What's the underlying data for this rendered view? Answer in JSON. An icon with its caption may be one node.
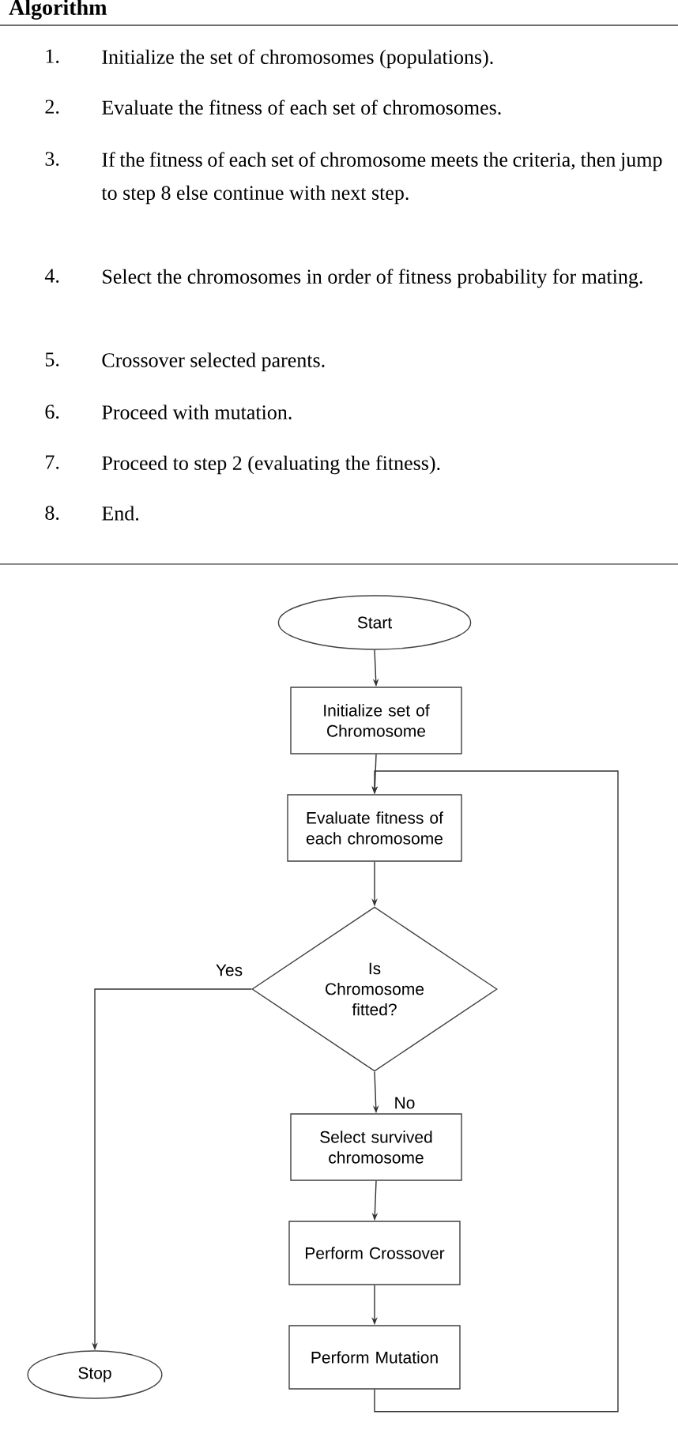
{
  "diagram": {
    "title": "Algorithm",
    "nodes": [
      {
        "text": [
          "Start"
        ]
      },
      {
        "text": [
          "Initialize set of Chromosome"
        ]
      },
      {
        "text": [
          "Evaluate fitness of each chromosome"
        ]
      },
      {
        "text": [
          "Is Chromosome fitted?"
        ]
      },
      {
        "text": [
          "Select survived chromosome"
        ]
      },
      {
        "text": [
          "Perform Crossover"
        ]
      },
      {
        "text": [
          "Perform Mutation"
        ]
      },
      {
        "text": [
          "Stop"
        ]
      }
    ],
    "edges": [
      {
        "from": 0,
        "to": 1,
        "arrow": "to"
      },
      {
        "from": 1,
        "to": 2,
        "arrow": "to"
      },
      {
        "from": 2,
        "to": 3,
        "arrow": "to"
      },
      {
        "from": 3,
        "to": 7,
        "arrow": "to",
        "label": "Yes"
      },
      {
        "from": 3,
        "to": 4,
        "arrow": "to",
        "label": "No"
      },
      {
        "from": 4,
        "to": 5,
        "arrow": "to"
      },
      {
        "from": 5,
        "to": 6,
        "arrow": "to"
      },
      {
        "from": 6,
        "to": 2,
        "arrow": "to"
      }
    ],
    "labels": [
      "1.",
      "Initialize the set of chromosomes (populations).",
      "2.",
      "Evaluate the fitness of each set of chromosomes.",
      "3.",
      "If the fitness of each set of chromosome meets the criteria, then jump to step 8 else continue with next step.",
      "4.",
      "Select the chromosomes in order of fitness probability for mating.",
      "5.",
      "Crossover selected parents.",
      "6.",
      "Proceed with mutation.",
      "7.",
      "Proceed to step 2 (evaluating the fitness).",
      "8.",
      "End."
    ]
  }
}
